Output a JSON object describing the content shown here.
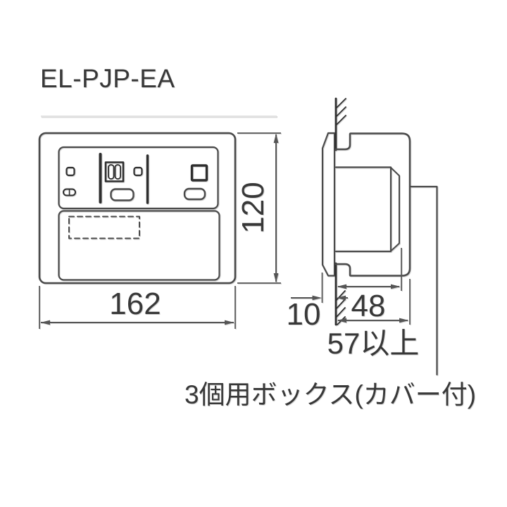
{
  "title": "EL-PJP-EA",
  "diagram": {
    "front_view": {
      "width": "162",
      "height": "120"
    },
    "side_view": {
      "protrusion": "10",
      "depth": "48",
      "min_clearance": "57以上",
      "note": "3個用ボックス(カバー付)"
    },
    "icons": {
      "pilot_lamp_left": "pilot-lamp-icon",
      "indicator_pill": "indicator-pill-icon",
      "rocker_switch": "rocker-switch-icon",
      "pilot_lamp_center": "pilot-lamp-icon",
      "push_button_center": "push-button-icon",
      "square_window": "square-indicator-icon",
      "push_button_right": "push-button-icon",
      "label_area": "dashed-label-area"
    },
    "colors": {
      "line": "#4a4a4a",
      "line_dark": "#2e2e2e",
      "dimension": "#555555",
      "text": "#383838",
      "background": "#ffffff"
    }
  }
}
